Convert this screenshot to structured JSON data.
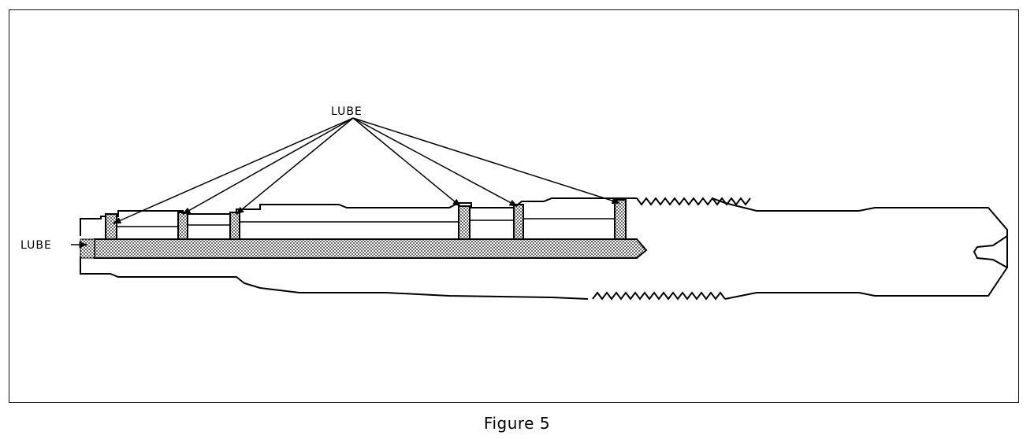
{
  "diagram": {
    "lube_top_label": "LUBE",
    "lube_side_label": "LUBE"
  },
  "caption": "Figure 5"
}
